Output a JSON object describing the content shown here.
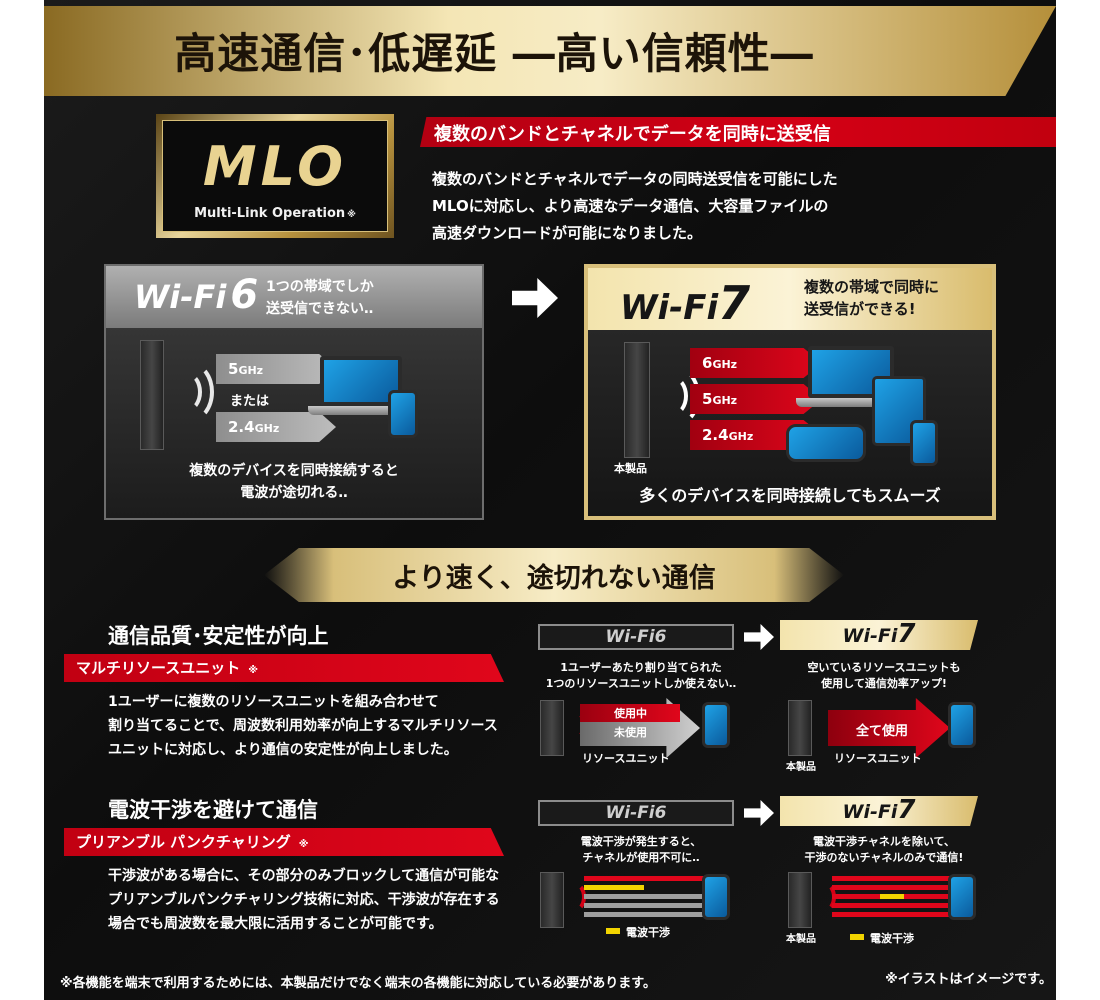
{
  "header": {
    "title": "高速通信･低遅延 ―高い信頼性―"
  },
  "mlo": {
    "logo": "MLO",
    "subtitle": "Multi-Link Operation",
    "asterisk": "※",
    "bar_title": "複数のバンドとチャネルでデータを同時に送受信",
    "desc_lines": [
      "複数のバンドとチャネルでデータの同時送受信を可能にした",
      "MLOに対応し、より高速なデータ通信、大容量ファイルの",
      "高速ダウンロードが可能になりました。"
    ]
  },
  "wifi6": {
    "logo": "Wi-Fi",
    "logo_num": "6",
    "note_lines": [
      "1つの帯域でしか",
      "送受信できない‥"
    ],
    "band_5": "5",
    "band_5_unit": "GHz",
    "or": "または",
    "band_24": "2.4",
    "band_24_unit": "GHz",
    "caption_lines": [
      "複数のデバイスを同時接続すると",
      "電波が途切れる‥"
    ]
  },
  "wifi7": {
    "logo": "Wi-Fi",
    "logo_num": "7",
    "note_lines": [
      "複数の帯域で同時に",
      "送受信ができる!"
    ],
    "band_6": "6",
    "band_5": "5",
    "band_24": "2.4",
    "unit": "GHz",
    "product_label": "本製品",
    "caption": "多くのデバイスを同時接続してもスムーズ"
  },
  "section2": {
    "title": "より速く、途切れない通信"
  },
  "feature1": {
    "title": "通信品質･安定性が向上",
    "bar": "マルチリソースユニット",
    "asterisk": "※",
    "desc_lines": [
      "1ユーザーに複数のリソースユニットを組み合わせて",
      "割り当てることで、周波数利用効率が向上するマルチリソース",
      "ユニットに対応し、より通信の安定性が向上しました。"
    ],
    "wf6_label": "Wi-Fi",
    "wf6_num": "6",
    "wf6_note_lines": [
      "1ユーザーあたり割り当てられた",
      "1つのリソースユニットしか使えない‥"
    ],
    "in_use": "使用中",
    "unused": "未使用",
    "resource_unit": "リソースユニット",
    "wf7_label": "Wi-Fi",
    "wf7_num": "7",
    "wf7_note_lines": [
      "空いているリソースユニットも",
      "使用して通信効率アップ!"
    ],
    "all_used": "全て使用",
    "product_label": "本製品",
    "resource_unit_7": "リソースユニット"
  },
  "feature2": {
    "title": "電波干渉を避けて通信",
    "bar": "プリアンブル パンクチャリング",
    "asterisk": "※",
    "desc_lines": [
      "干渉波がある場合に、その部分のみブロックして通信が可能な",
      "プリアンブルパンクチャリング技術に対応、干渉波が存在する",
      "場合でも周波数を最大限に活用することが可能です。"
    ],
    "wf6_label": "Wi-Fi",
    "wf6_num": "6",
    "wf6_note_lines": [
      "電波干渉が発生すると、",
      "チャネルが使用不可に‥"
    ],
    "interference": "電波干渉",
    "wf7_label": "Wi-Fi",
    "wf7_num": "7",
    "wf7_note_lines": [
      "電波干渉チャネルを除いて、",
      "干渉のないチャネルのみで通信!"
    ],
    "product_label": "本製品",
    "interference_7": "電波干渉"
  },
  "footer": {
    "left": "※各機能を端末で利用するためには、本製品だけでなく端末の各機能に対応している必要があります。",
    "right": "※イラストはイメージです。"
  },
  "colors": {
    "accent_red": "#d30015",
    "gold": "#d8bf7a",
    "background": "#111111",
    "interference_yellow": "#f2d400"
  }
}
